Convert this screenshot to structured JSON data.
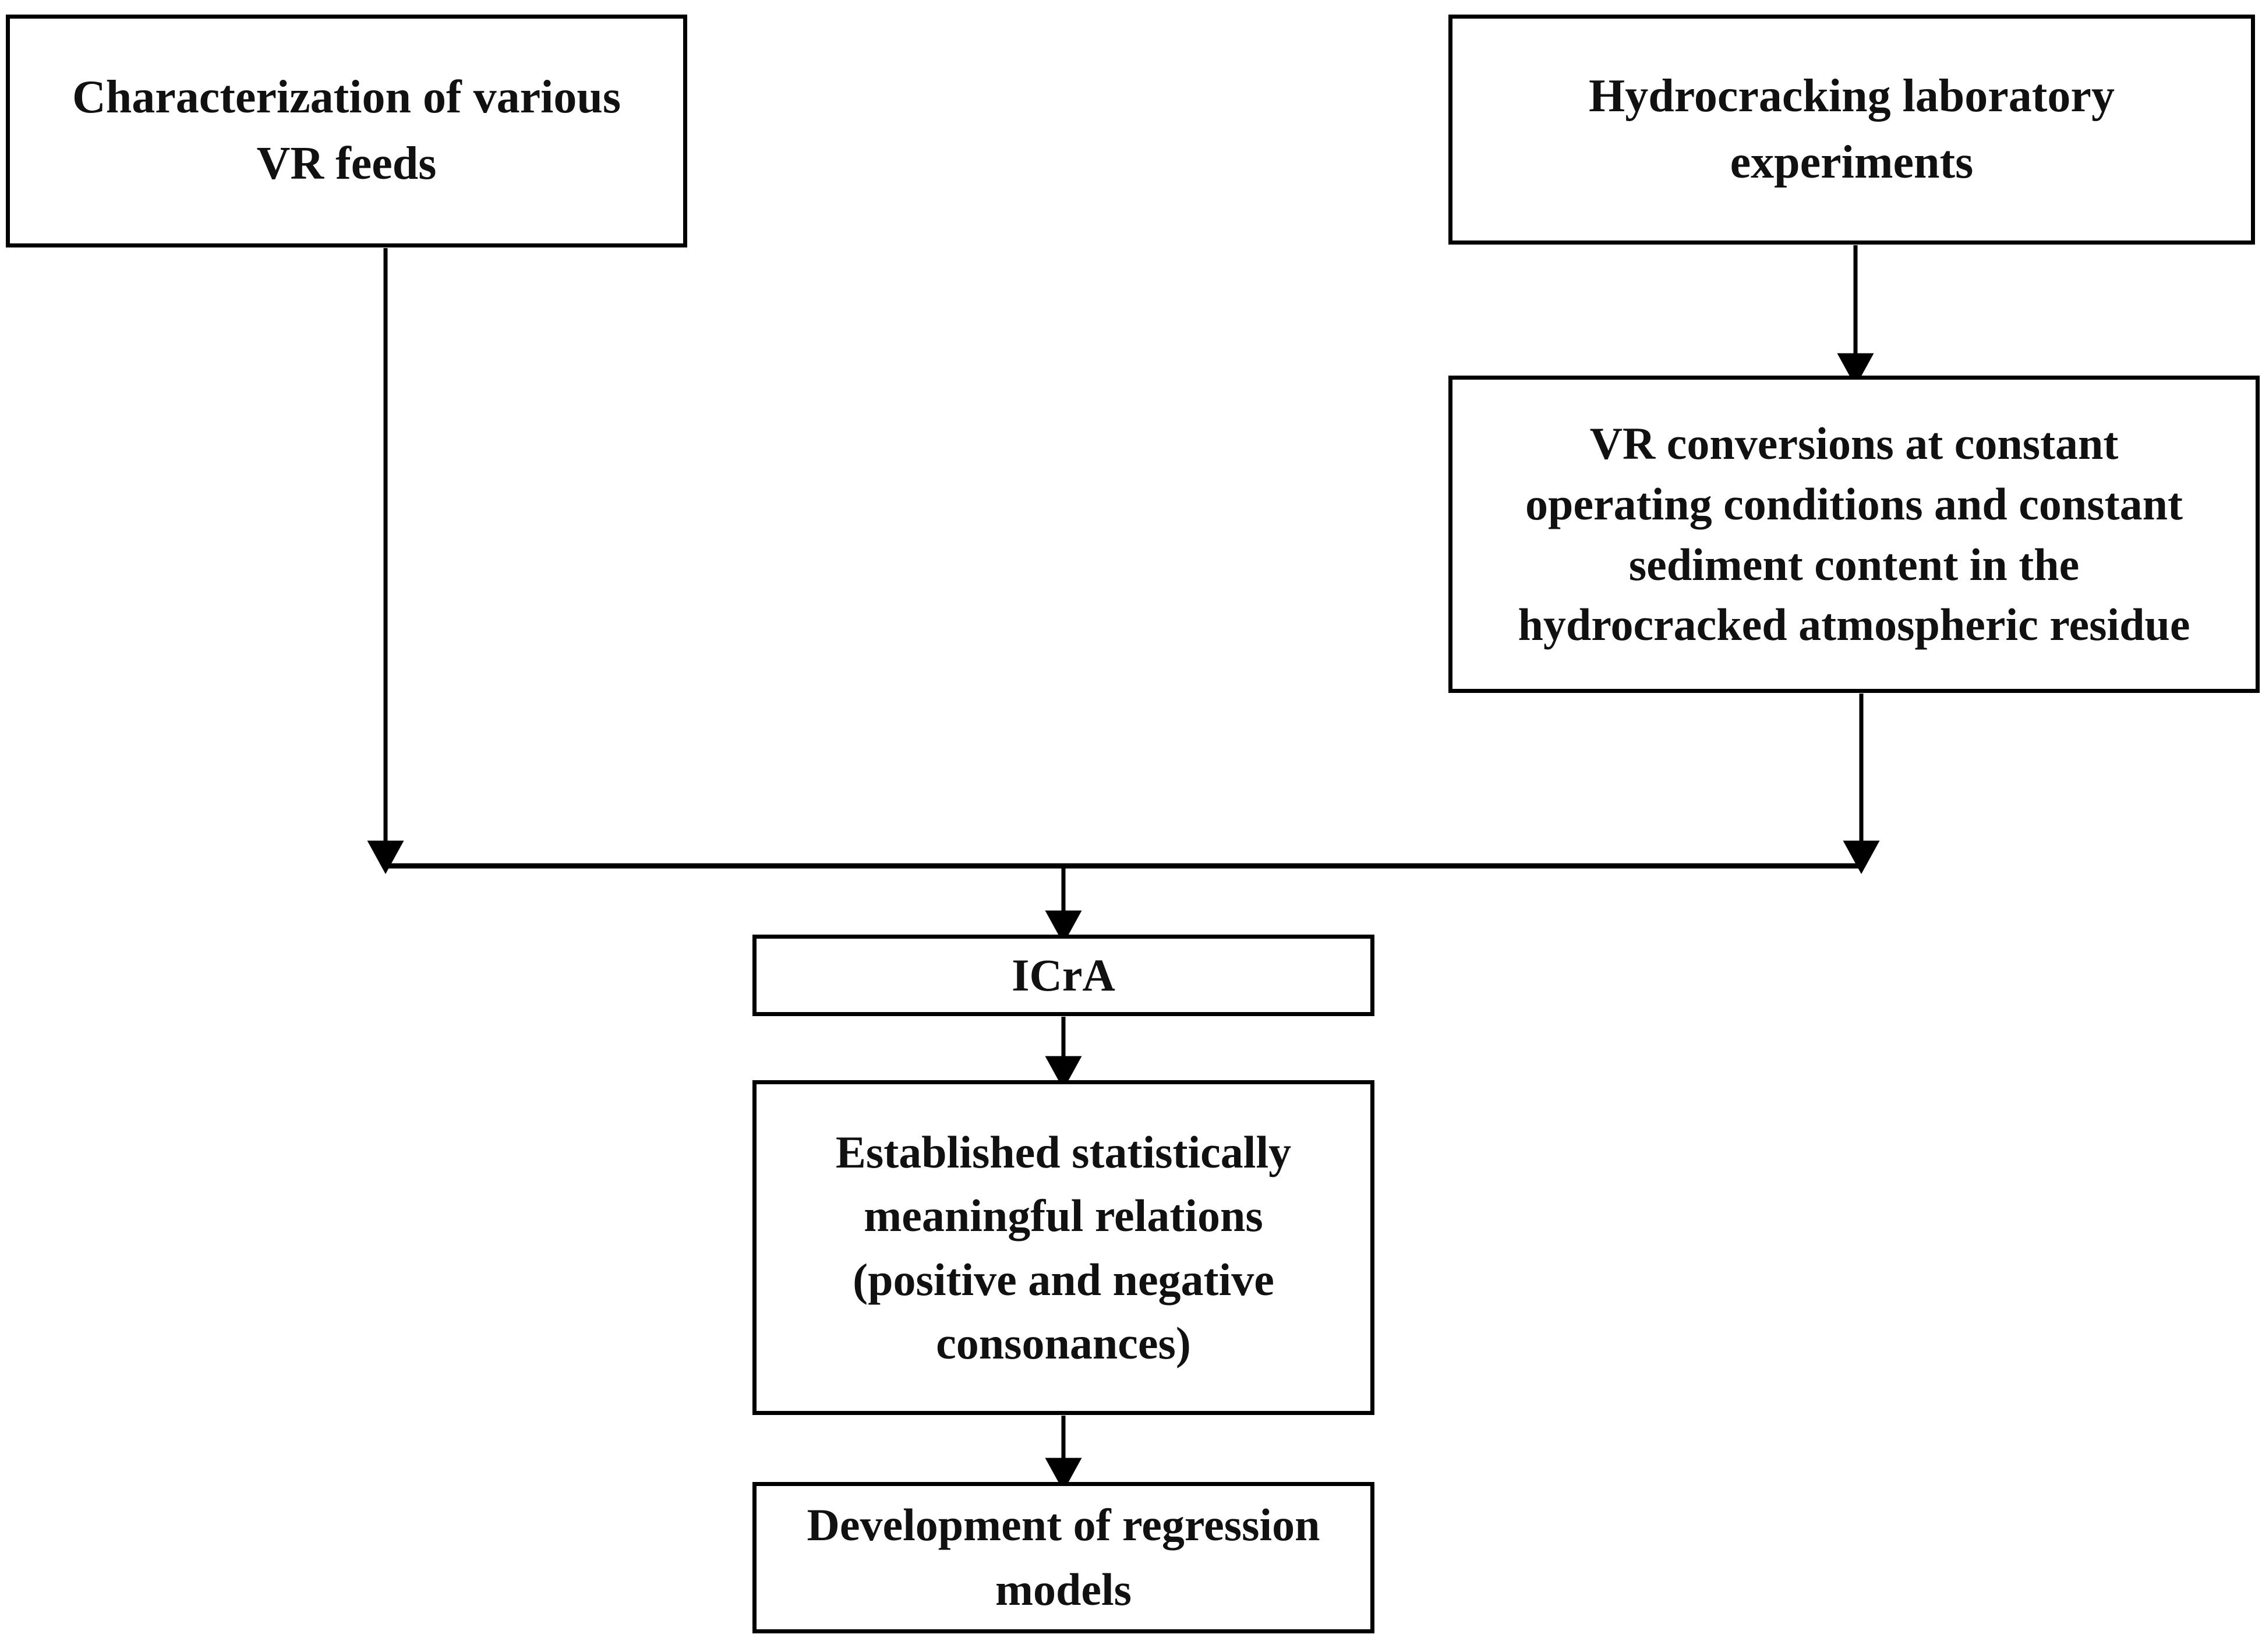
{
  "diagram": {
    "title": "Research workflow flowchart",
    "background_color": "#ffffff",
    "line_color": "#000000",
    "text_color": "#111111",
    "nodes": [
      {
        "id": "vr-feeds",
        "label": "Characterization of various\nVR feeds"
      },
      {
        "id": "hydrocracking-lab",
        "label": "Hydrocracking laboratory\nexperiments"
      },
      {
        "id": "vr-conversions",
        "label": "VR conversions at constant\noperating conditions and constant\nsediment content in the\nhydrocracked atmospheric residue"
      },
      {
        "id": "icra",
        "label": "ICrA"
      },
      {
        "id": "relations",
        "label": "Established statistically\nmeaningful relations\n(positive and negative\nconsonances)"
      },
      {
        "id": "regression-models",
        "label": "Development of regression\nmodels"
      }
    ],
    "edges": [
      {
        "id": "edge-vr-feeds-to-junction",
        "from": "vr-feeds",
        "to": "junction-bus",
        "arrowhead": true
      },
      {
        "id": "edge-lab-to-conversions",
        "from": "hydrocracking-lab",
        "to": "vr-conversions",
        "arrowhead": true
      },
      {
        "id": "edge-conversions-to-junction",
        "from": "vr-conversions",
        "to": "junction-bus",
        "arrowhead": true
      },
      {
        "id": "edge-junction-to-icra",
        "from": "junction-bus",
        "to": "icra",
        "arrowhead": true
      },
      {
        "id": "edge-icra-to-relations",
        "from": "icra",
        "to": "relations",
        "arrowhead": true
      },
      {
        "id": "edge-relations-to-regression",
        "from": "relations",
        "to": "regression-models",
        "arrowhead": true
      }
    ]
  }
}
